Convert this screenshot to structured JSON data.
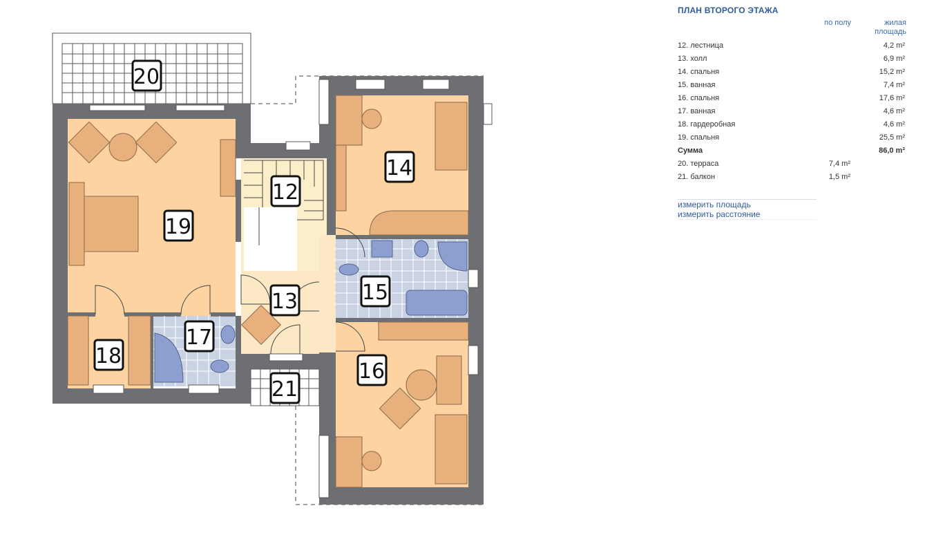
{
  "plan": {
    "rooms": [
      {
        "id": "12",
        "number": "12"
      },
      {
        "id": "13",
        "number": "13"
      },
      {
        "id": "14",
        "number": "14"
      },
      {
        "id": "15",
        "number": "15"
      },
      {
        "id": "16",
        "number": "16"
      },
      {
        "id": "17",
        "number": "17"
      },
      {
        "id": "18",
        "number": "18"
      },
      {
        "id": "19",
        "number": "19"
      },
      {
        "id": "20",
        "number": "20"
      },
      {
        "id": "21",
        "number": "21"
      }
    ],
    "colors": {
      "wall": "#6d6f73",
      "room": "#fcd3a1",
      "furniture": "#e8b07d",
      "bath_floor": "#c9d3e4",
      "fixture": "#8c9fd0",
      "hall": "#fde8c6",
      "stair": "#fbefc9"
    }
  },
  "panel": {
    "title": "ПЛАН ВТОРОГО ЭТАЖА",
    "header_floor": "по полу",
    "header_living": "жилая площадь",
    "rows": [
      {
        "name": "12. лестница",
        "floor": "",
        "living": "4,2 m²"
      },
      {
        "name": "13. холл",
        "floor": "",
        "living": "6,9 m²"
      },
      {
        "name": "14. спальня",
        "floor": "",
        "living": "15,2 m²"
      },
      {
        "name": "15. ванная",
        "floor": "",
        "living": "7,4 m²"
      },
      {
        "name": "16. спальня",
        "floor": "",
        "living": "17,6 m²"
      },
      {
        "name": "17. ванная",
        "floor": "",
        "living": "4,6 m²"
      },
      {
        "name": "18. гардеробная",
        "floor": "",
        "living": "4,6 m²"
      },
      {
        "name": "19. спальня",
        "floor": "",
        "living": "25,5 m²"
      },
      {
        "name": "Сумма",
        "floor": "",
        "living": "86,0 m²",
        "bold": true
      },
      {
        "name": "20. терраса",
        "floor": "7,4 m²",
        "living": ""
      },
      {
        "name": "21. балкон",
        "floor": "1,5 m²",
        "living": ""
      }
    ]
  },
  "tools": {
    "measure_area": "измерить площадь",
    "measure_distance": "измерить расстояние"
  }
}
